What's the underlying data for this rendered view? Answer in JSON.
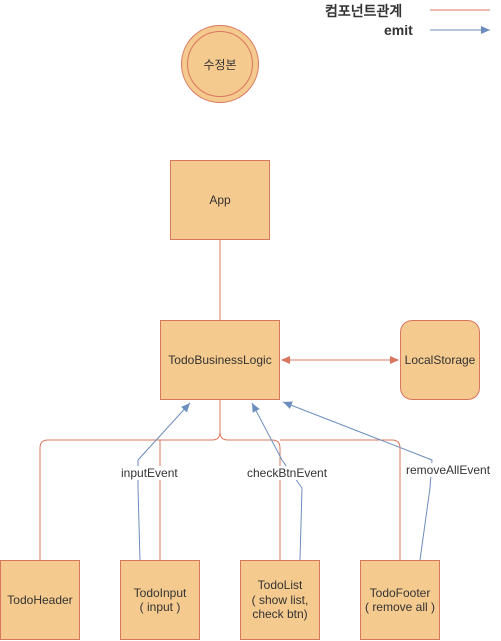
{
  "legend": {
    "component_relation": "컴포넌트관계",
    "emit": "emit"
  },
  "badge": "수정본",
  "nodes": {
    "app": "App",
    "logic": "TodoBusinessLogic",
    "storage": "LocalStorage",
    "header": "TodoHeader",
    "input": "TodoInput\n(  input )",
    "list": "TodoList\n( show list,\ncheck btn)",
    "footer": "TodoFooter\n( remove all )"
  },
  "events": {
    "input": "inputEvent",
    "check": "checkBtnEvent",
    "remove": "removeAllEvent"
  },
  "colors": {
    "fill": "#f5ca8e",
    "border": "#d9765f",
    "relation": "#d9765f",
    "emit": "#6c8ebf"
  }
}
